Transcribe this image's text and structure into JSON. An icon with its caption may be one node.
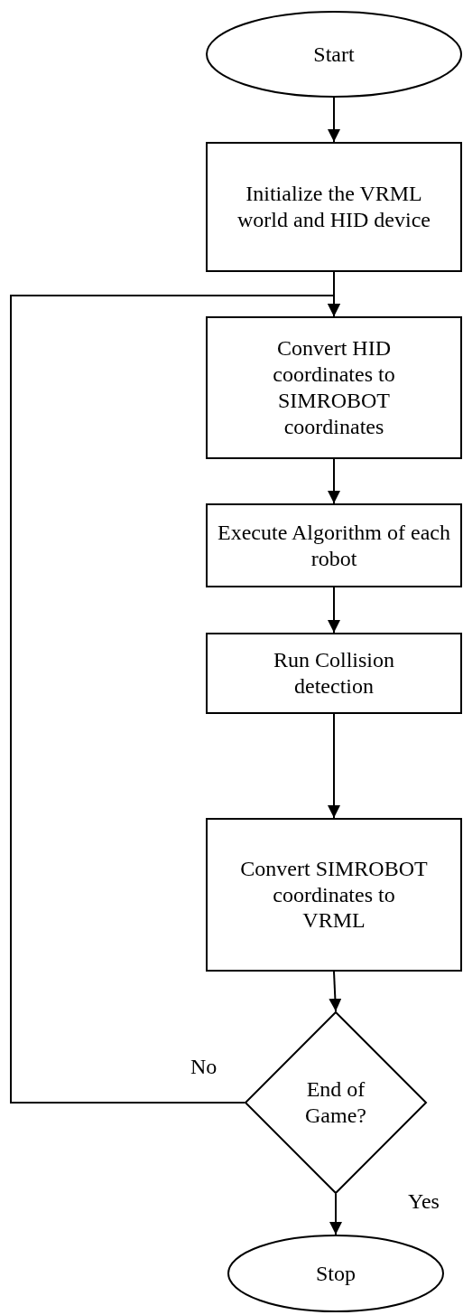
{
  "diagram": {
    "nodes": [
      {
        "text": [
          "Start"
        ]
      },
      {
        "text": [
          "Initialize the VRML world and HID device"
        ]
      },
      {
        "text": [
          "Convert HID coordinates to SIMROBOT coordinates"
        ]
      },
      {
        "text": [
          "Execute Algorithm of each robot"
        ]
      },
      {
        "text": [
          "Run Collision detection"
        ]
      },
      {
        "text": [
          "Convert SIMROBOT coordinates to VRML"
        ]
      },
      {
        "text": [
          "End of Game?"
        ]
      },
      {
        "text": [
          "Stop"
        ]
      }
    ],
    "edges": [
      {
        "from": 0,
        "to": 1,
        "arrow": "to"
      },
      {
        "from": 1,
        "to": 2,
        "arrow": "to"
      },
      {
        "from": 2,
        "to": 3,
        "arrow": "to"
      },
      {
        "from": 3,
        "to": 4,
        "arrow": "to"
      },
      {
        "from": 4,
        "to": 5,
        "arrow": "to"
      },
      {
        "from": 5,
        "to": 6,
        "arrow": "to"
      },
      {
        "from": 6,
        "to": 2,
        "arrow": "to",
        "label": "No"
      },
      {
        "from": 6,
        "to": 7,
        "arrow": "to",
        "label": "Yes"
      }
    ]
  }
}
